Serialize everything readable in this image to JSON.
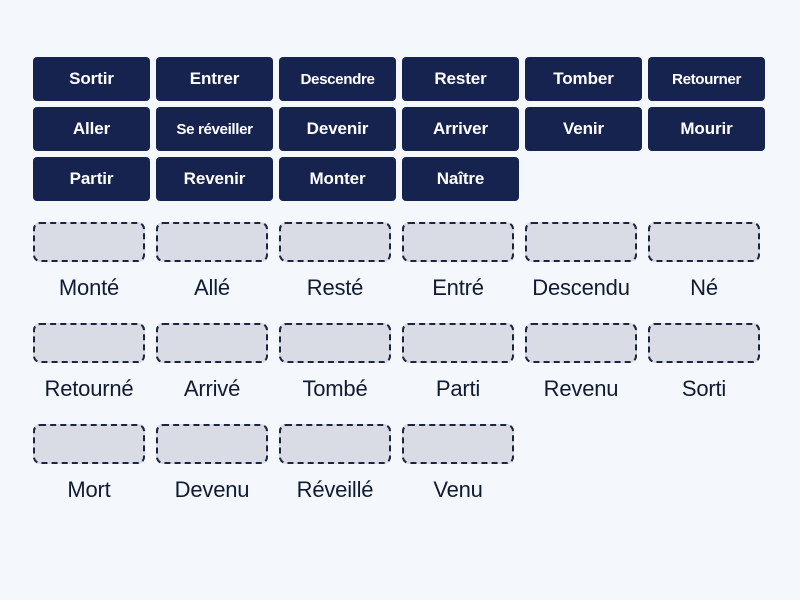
{
  "activity": {
    "type": "match-up",
    "background_color": "#f4f7fc",
    "chip_color": "#16234f",
    "chip_text_color": "#ffffff",
    "dropzone_fill": "#d9dce4",
    "dropzone_border_color": "#1b2541",
    "label_color": "#101b33"
  },
  "chips": {
    "rows": [
      [
        {
          "label": "Sortir"
        },
        {
          "label": "Entrer"
        },
        {
          "label": "Descendre"
        },
        {
          "label": "Rester"
        },
        {
          "label": "Tomber"
        },
        {
          "label": "Retourner"
        }
      ],
      [
        {
          "label": "Aller"
        },
        {
          "label": "Se réveiller"
        },
        {
          "label": "Devenir"
        },
        {
          "label": "Arriver"
        },
        {
          "label": "Venir"
        },
        {
          "label": "Mourir"
        }
      ],
      [
        {
          "label": "Partir"
        },
        {
          "label": "Revenir"
        },
        {
          "label": "Monter"
        },
        {
          "label": "Naître"
        }
      ]
    ]
  },
  "dropzones": {
    "rows": [
      [
        {
          "label": "Monté"
        },
        {
          "label": "Allé"
        },
        {
          "label": "Resté"
        },
        {
          "label": "Entré"
        },
        {
          "label": "Descendu"
        },
        {
          "label": "Né"
        }
      ],
      [
        {
          "label": "Retourné"
        },
        {
          "label": "Arrivé"
        },
        {
          "label": "Tombé"
        },
        {
          "label": "Parti"
        },
        {
          "label": "Revenu"
        },
        {
          "label": "Sorti"
        }
      ],
      [
        {
          "label": "Mort"
        },
        {
          "label": "Devenu"
        },
        {
          "label": "Réveillé"
        },
        {
          "label": "Venu"
        }
      ]
    ]
  }
}
